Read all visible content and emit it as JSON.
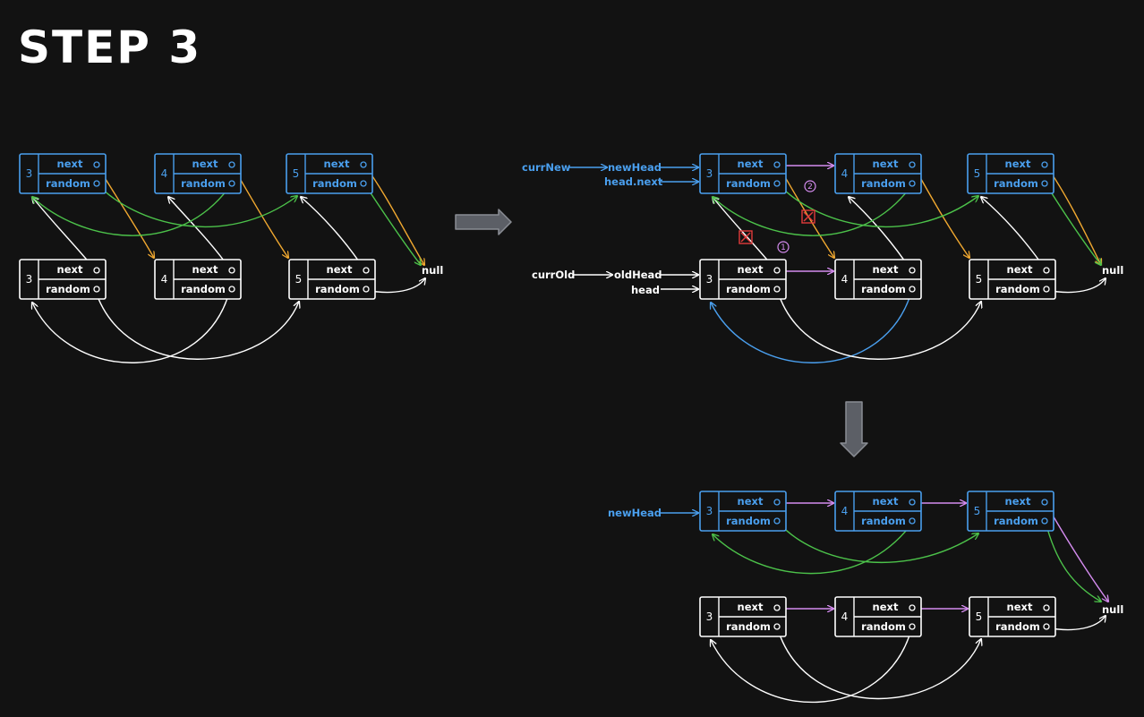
{
  "title": "STEP 3",
  "colors": {
    "background": "#121212",
    "new_node": "#4a9fee",
    "old_node": "#ffffff",
    "next_arrow": "#d58cf0",
    "random_arrow": "#4cc24a",
    "original_ptr": "#f0a830",
    "cross": "#e23b3b",
    "big_arrow": "#5c5f66"
  },
  "field_labels": {
    "next": "next",
    "random": "random"
  },
  "null_label": "null",
  "pointers": {
    "currNew": "currNew",
    "newHead": "newHead",
    "head_next": "head.next",
    "currOld": "currOld",
    "oldHead": "oldHead",
    "head": "head"
  },
  "step_markers": [
    "1",
    "2"
  ],
  "nodes": [
    {
      "id": "a-new-3",
      "value": "3",
      "kind": "new"
    },
    {
      "id": "a-new-4",
      "value": "4",
      "kind": "new"
    },
    {
      "id": "a-new-5",
      "value": "5",
      "kind": "new"
    },
    {
      "id": "a-old-3",
      "value": "3",
      "kind": "old"
    },
    {
      "id": "a-old-4",
      "value": "4",
      "kind": "old"
    },
    {
      "id": "a-old-5",
      "value": "5",
      "kind": "old"
    },
    {
      "id": "b-new-3",
      "value": "3",
      "kind": "new"
    },
    {
      "id": "b-new-4",
      "value": "4",
      "kind": "new"
    },
    {
      "id": "b-new-5",
      "value": "5",
      "kind": "new"
    },
    {
      "id": "b-old-3",
      "value": "3",
      "kind": "old"
    },
    {
      "id": "b-old-4",
      "value": "4",
      "kind": "old"
    },
    {
      "id": "b-old-5",
      "value": "5",
      "kind": "old"
    },
    {
      "id": "c-new-3",
      "value": "3",
      "kind": "new"
    },
    {
      "id": "c-new-4",
      "value": "4",
      "kind": "new"
    },
    {
      "id": "c-new-5",
      "value": "5",
      "kind": "new"
    },
    {
      "id": "c-old-3",
      "value": "3",
      "kind": "old"
    },
    {
      "id": "c-old-4",
      "value": "4",
      "kind": "old"
    },
    {
      "id": "c-old-5",
      "value": "5",
      "kind": "old"
    }
  ]
}
